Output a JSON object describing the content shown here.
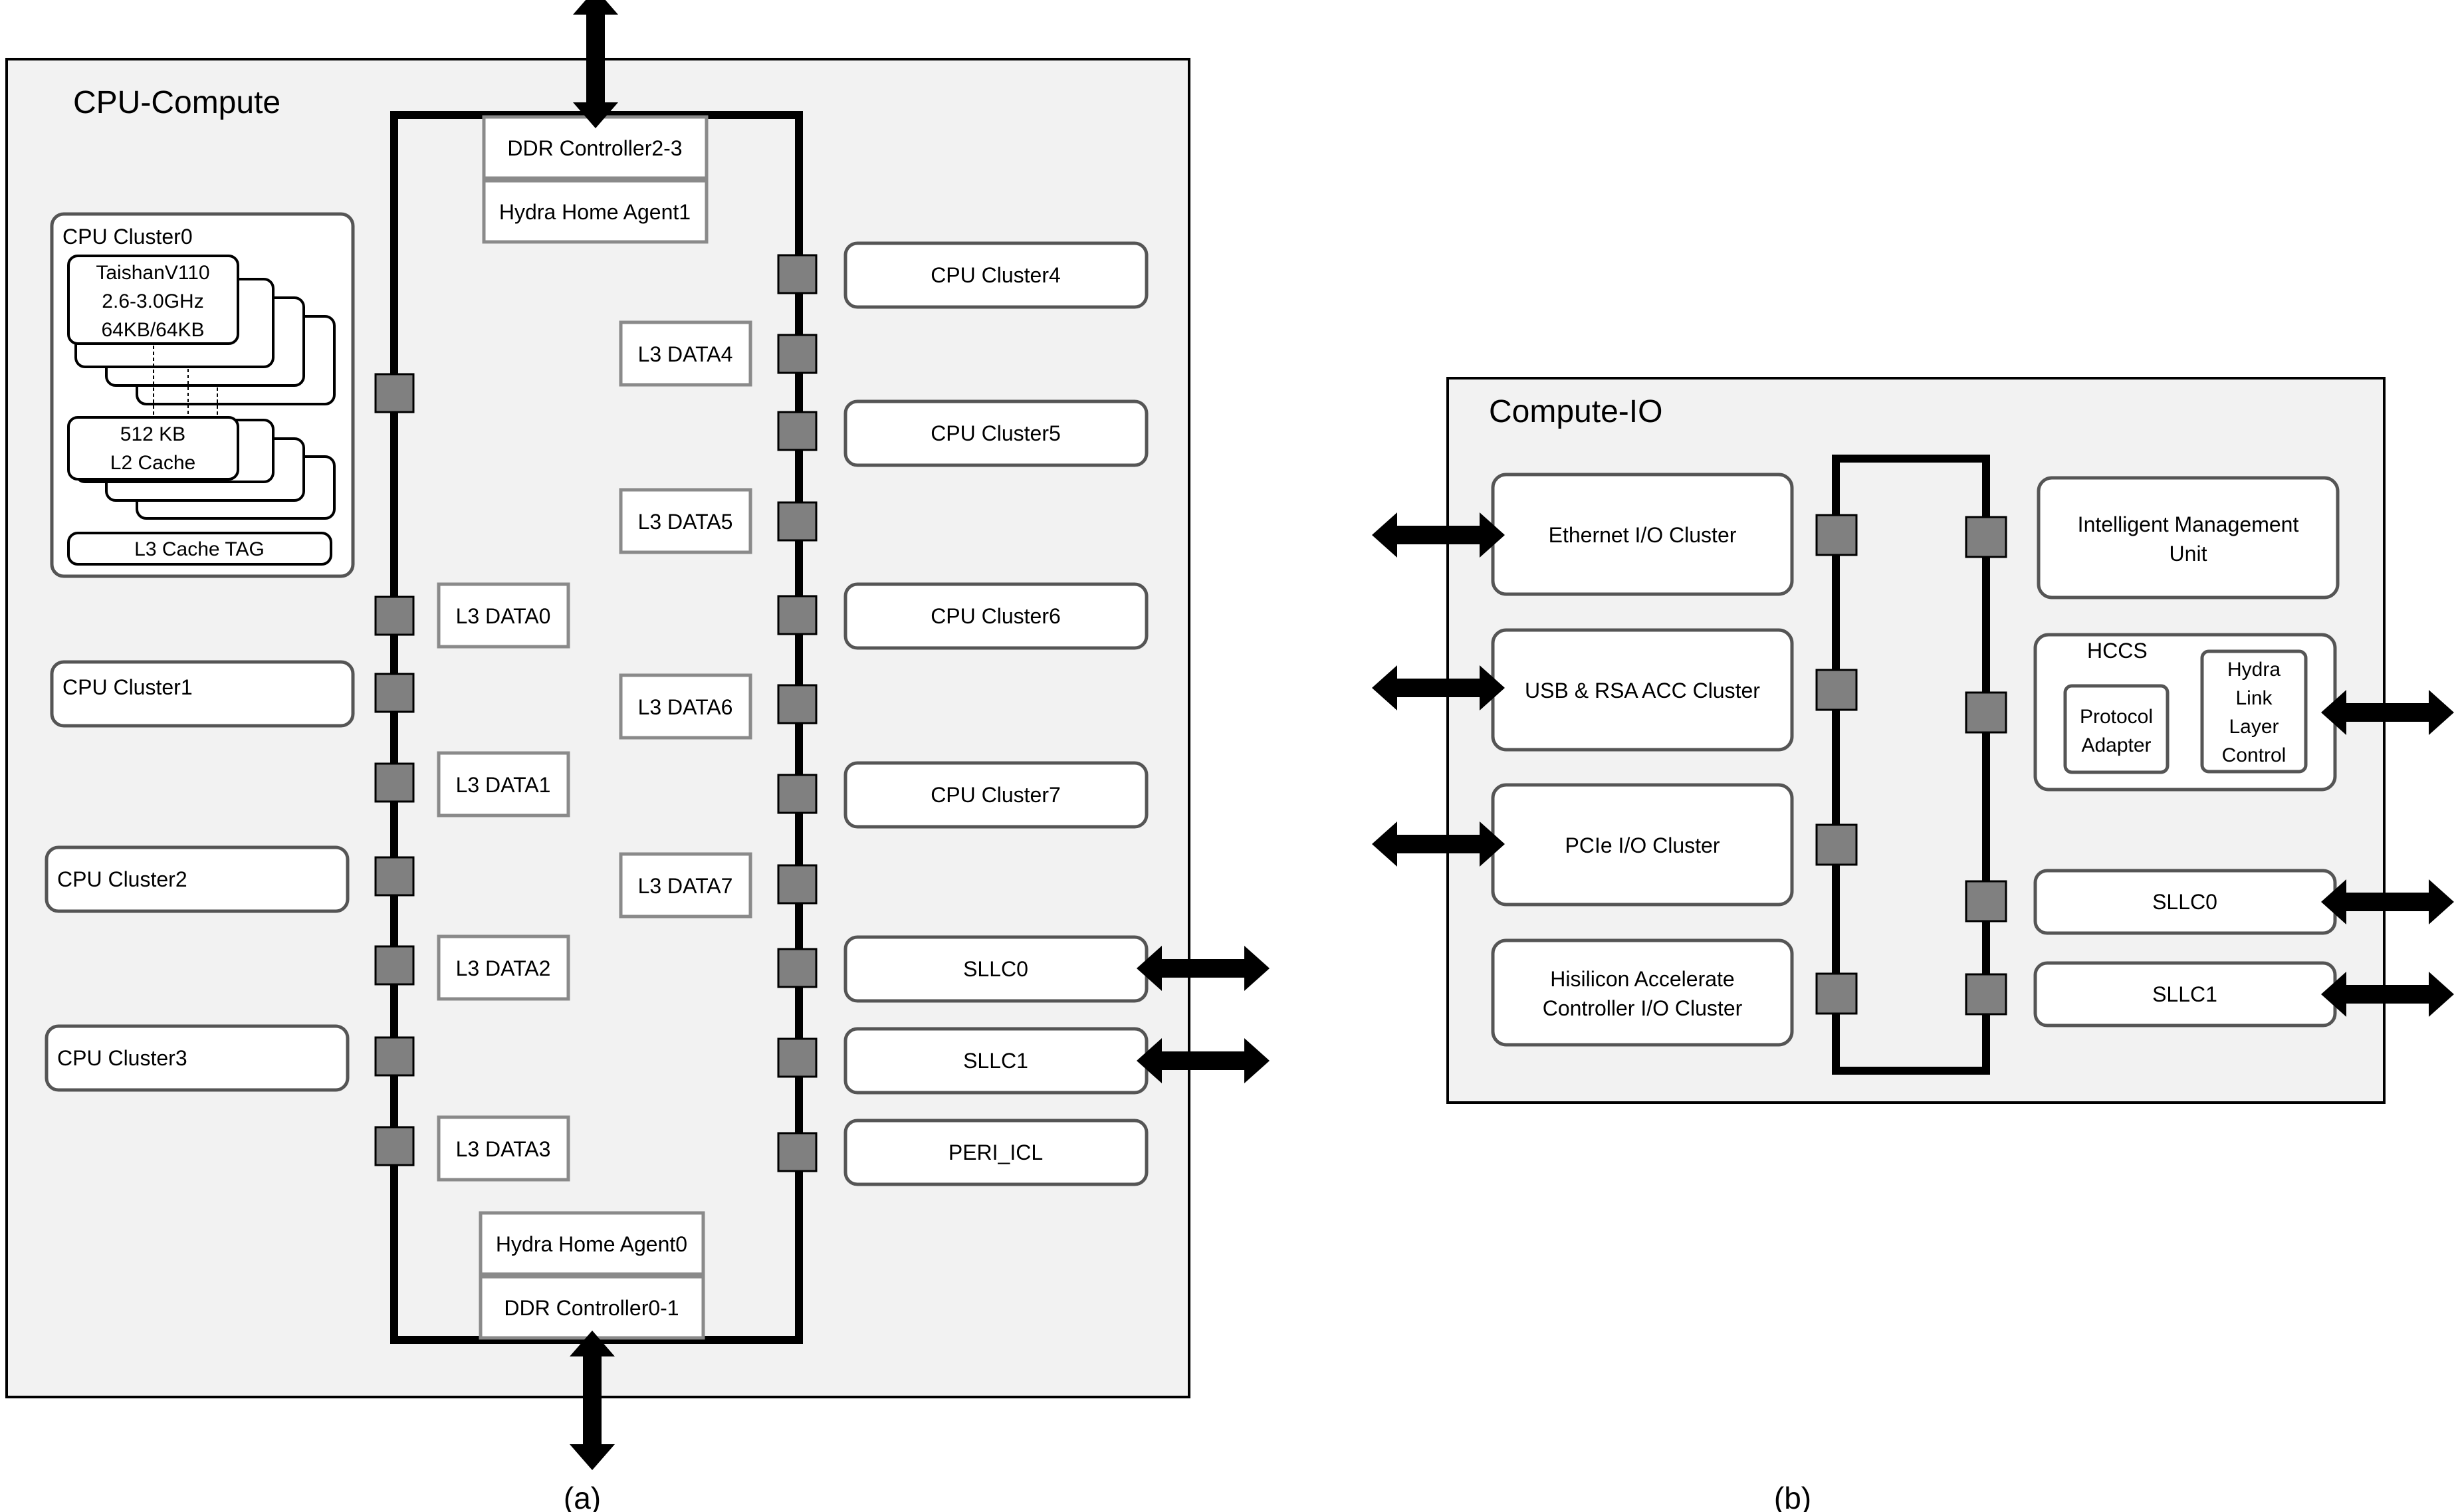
{
  "cpu_compute": {
    "title": "CPU-Compute",
    "ddr_top": "DDR Controller2-3",
    "hha_top": "Hydra Home Agent1",
    "hha_bottom": "Hydra Home Agent0",
    "ddr_bottom": "DDR Controller0-1",
    "cluster0": {
      "title": "CPU Cluster0",
      "core_line1": "TaishanV110",
      "core_line2": "2.6-3.0GHz",
      "core_line3": "64KB/64KB",
      "l2_line1": "512 KB",
      "l2_line2": "L2 Cache",
      "l3_tag": "L3 Cache TAG"
    },
    "left_clusters": [
      "CPU Cluster1",
      "CPU Cluster2",
      "CPU Cluster3"
    ],
    "l3_left": [
      "L3 DATA0",
      "L3 DATA1",
      "L3 DATA2",
      "L3 DATA3"
    ],
    "l3_right": [
      "L3 DATA4",
      "L3 DATA5",
      "L3 DATA6",
      "L3 DATA7"
    ],
    "right_clusters": [
      "CPU Cluster4",
      "CPU Cluster5",
      "CPU Cluster6",
      "CPU Cluster7"
    ],
    "sllc0": "SLLC0",
    "sllc1": "SLLC1",
    "peri": "PERI_ICL",
    "caption": "(a)"
  },
  "compute_io": {
    "title": "Compute-IO",
    "ethernet": "Ethernet I/O Cluster",
    "usb": "USB & RSA ACC Cluster",
    "pcie": "PCIe I/O Cluster",
    "hisilicon_line1": "Hisilicon Accelerate",
    "hisilicon_line2": "Controller I/O Cluster",
    "imu_line1": "Intelligent Management",
    "imu_line2": "Unit",
    "hccs": "HCCS",
    "protocol_line1": "Protocol",
    "protocol_line2": "Adapter",
    "hydra_line1": "Hydra",
    "hydra_line2": "Link",
    "hydra_line3": "Layer",
    "hydra_line4": "Control",
    "sllc0": "SLLC0",
    "sllc1": "SLLC1",
    "caption": "(b)"
  }
}
